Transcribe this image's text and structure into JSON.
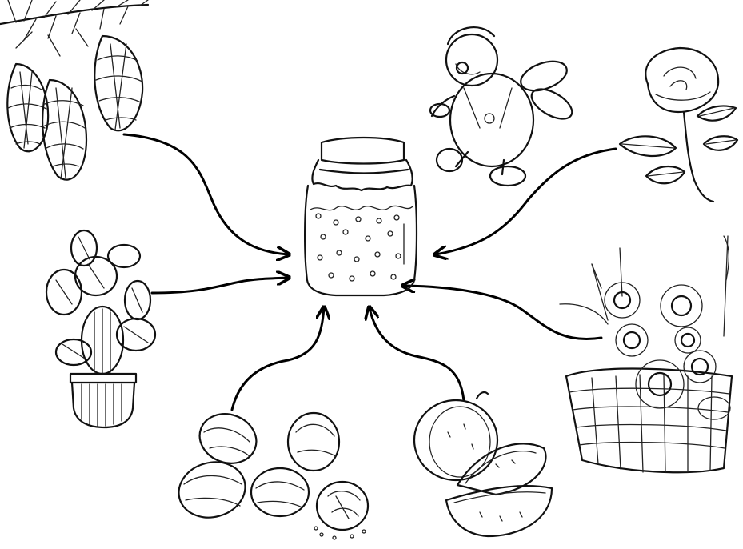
{
  "diagram": {
    "center": {
      "name": "jam-jar-icon"
    },
    "sources": [
      {
        "id": "pine-cones",
        "icon": "pine-cone-branch-icon"
      },
      {
        "id": "cactus",
        "icon": "cactus-pot-icon"
      },
      {
        "id": "walnuts",
        "icon": "walnuts-icon"
      },
      {
        "id": "watermelon",
        "icon": "watermelon-icon"
      },
      {
        "id": "flower-basket",
        "icon": "flower-basket-icon"
      },
      {
        "id": "rose",
        "icon": "rose-icon"
      },
      {
        "id": "cartoon-character",
        "icon": "flying-cartoon-boy-icon"
      }
    ],
    "colors": {
      "ink": "#111111",
      "background": "#ffffff"
    }
  }
}
